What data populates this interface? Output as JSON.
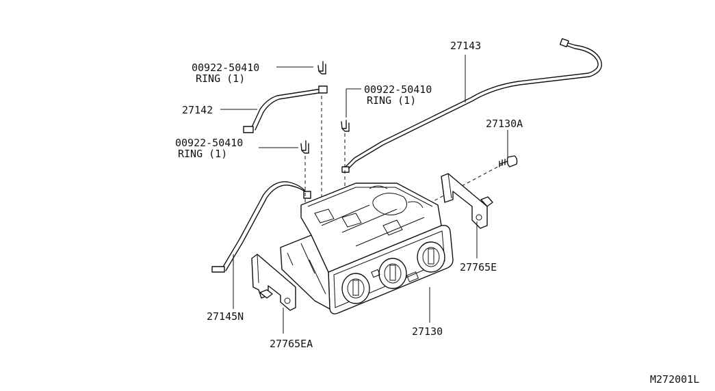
{
  "diagram_id": "M272001L",
  "callouts": {
    "ring_a_part": "00922-50410",
    "ring_a_desc": "RING (1)",
    "ring_b_part": "00922-50410",
    "ring_b_desc": "RING (1)",
    "ring_c_part": "00922-50410",
    "ring_c_desc": "RING (1)",
    "cable_a": "27142",
    "cable_b": "27143",
    "cable_c": "27145N",
    "screw": "27130A",
    "bracket_right": "27765E",
    "bracket_left": "27765EA",
    "control_assy": "27130"
  }
}
